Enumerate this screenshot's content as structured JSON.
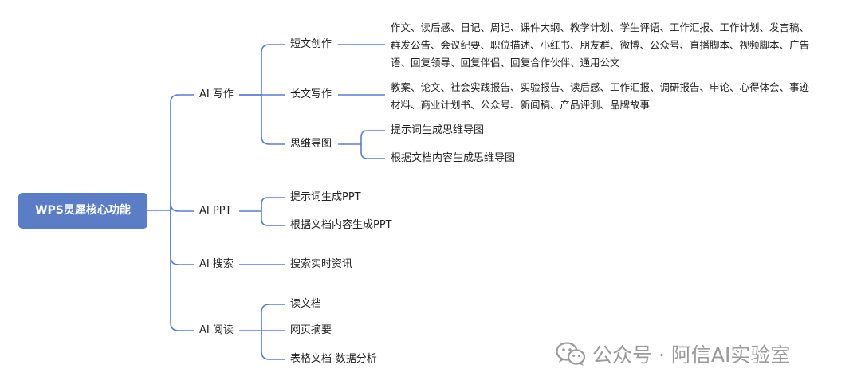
{
  "root": "WPS灵犀核心功能",
  "branches": [
    {
      "label": "AI 写作",
      "children": [
        {
          "label": "短文创作",
          "leaf_lines": [
            "作文、读后感、日记、周记、课件大纲、教学计划、学生评语、工作汇报、工作计划、发言稿、",
            "群发公告、会议纪要、职位描述、小红书、朋友群、微博、公众号、直播脚本、视频脚本、广告",
            "语、回复领导、回复伴侣、回复合作伙伴、通用公文"
          ]
        },
        {
          "label": "长文写作",
          "leaf_lines": [
            "教案、论文、社会实践报告、实验报告、读后感、工作汇报、调研报告、申论、心得体会、事迹",
            "材料、商业计划书、公众号、新闻稿、产品评测、品牌故事"
          ]
        },
        {
          "label": "思维导图",
          "children": [
            "提示词生成思维导图",
            "根据文档内容生成思维导图"
          ]
        }
      ]
    },
    {
      "label": "AI PPT",
      "children": [
        "提示词生成PPT",
        "根据文档内容生成PPT"
      ]
    },
    {
      "label": "AI 搜索",
      "children": [
        "搜索实时资讯"
      ]
    },
    {
      "label": "AI 阅读",
      "children": [
        "读文档",
        "网页摘要",
        "表格文档-数据分析"
      ]
    }
  ],
  "watermark": {
    "icon": "wechat-icon",
    "text": "公众号 · 阿信AI实验室"
  },
  "colors": {
    "root_fill": "#5b7dc6",
    "connector": "#5b7dc6",
    "watermark": "#9a9a9a"
  }
}
